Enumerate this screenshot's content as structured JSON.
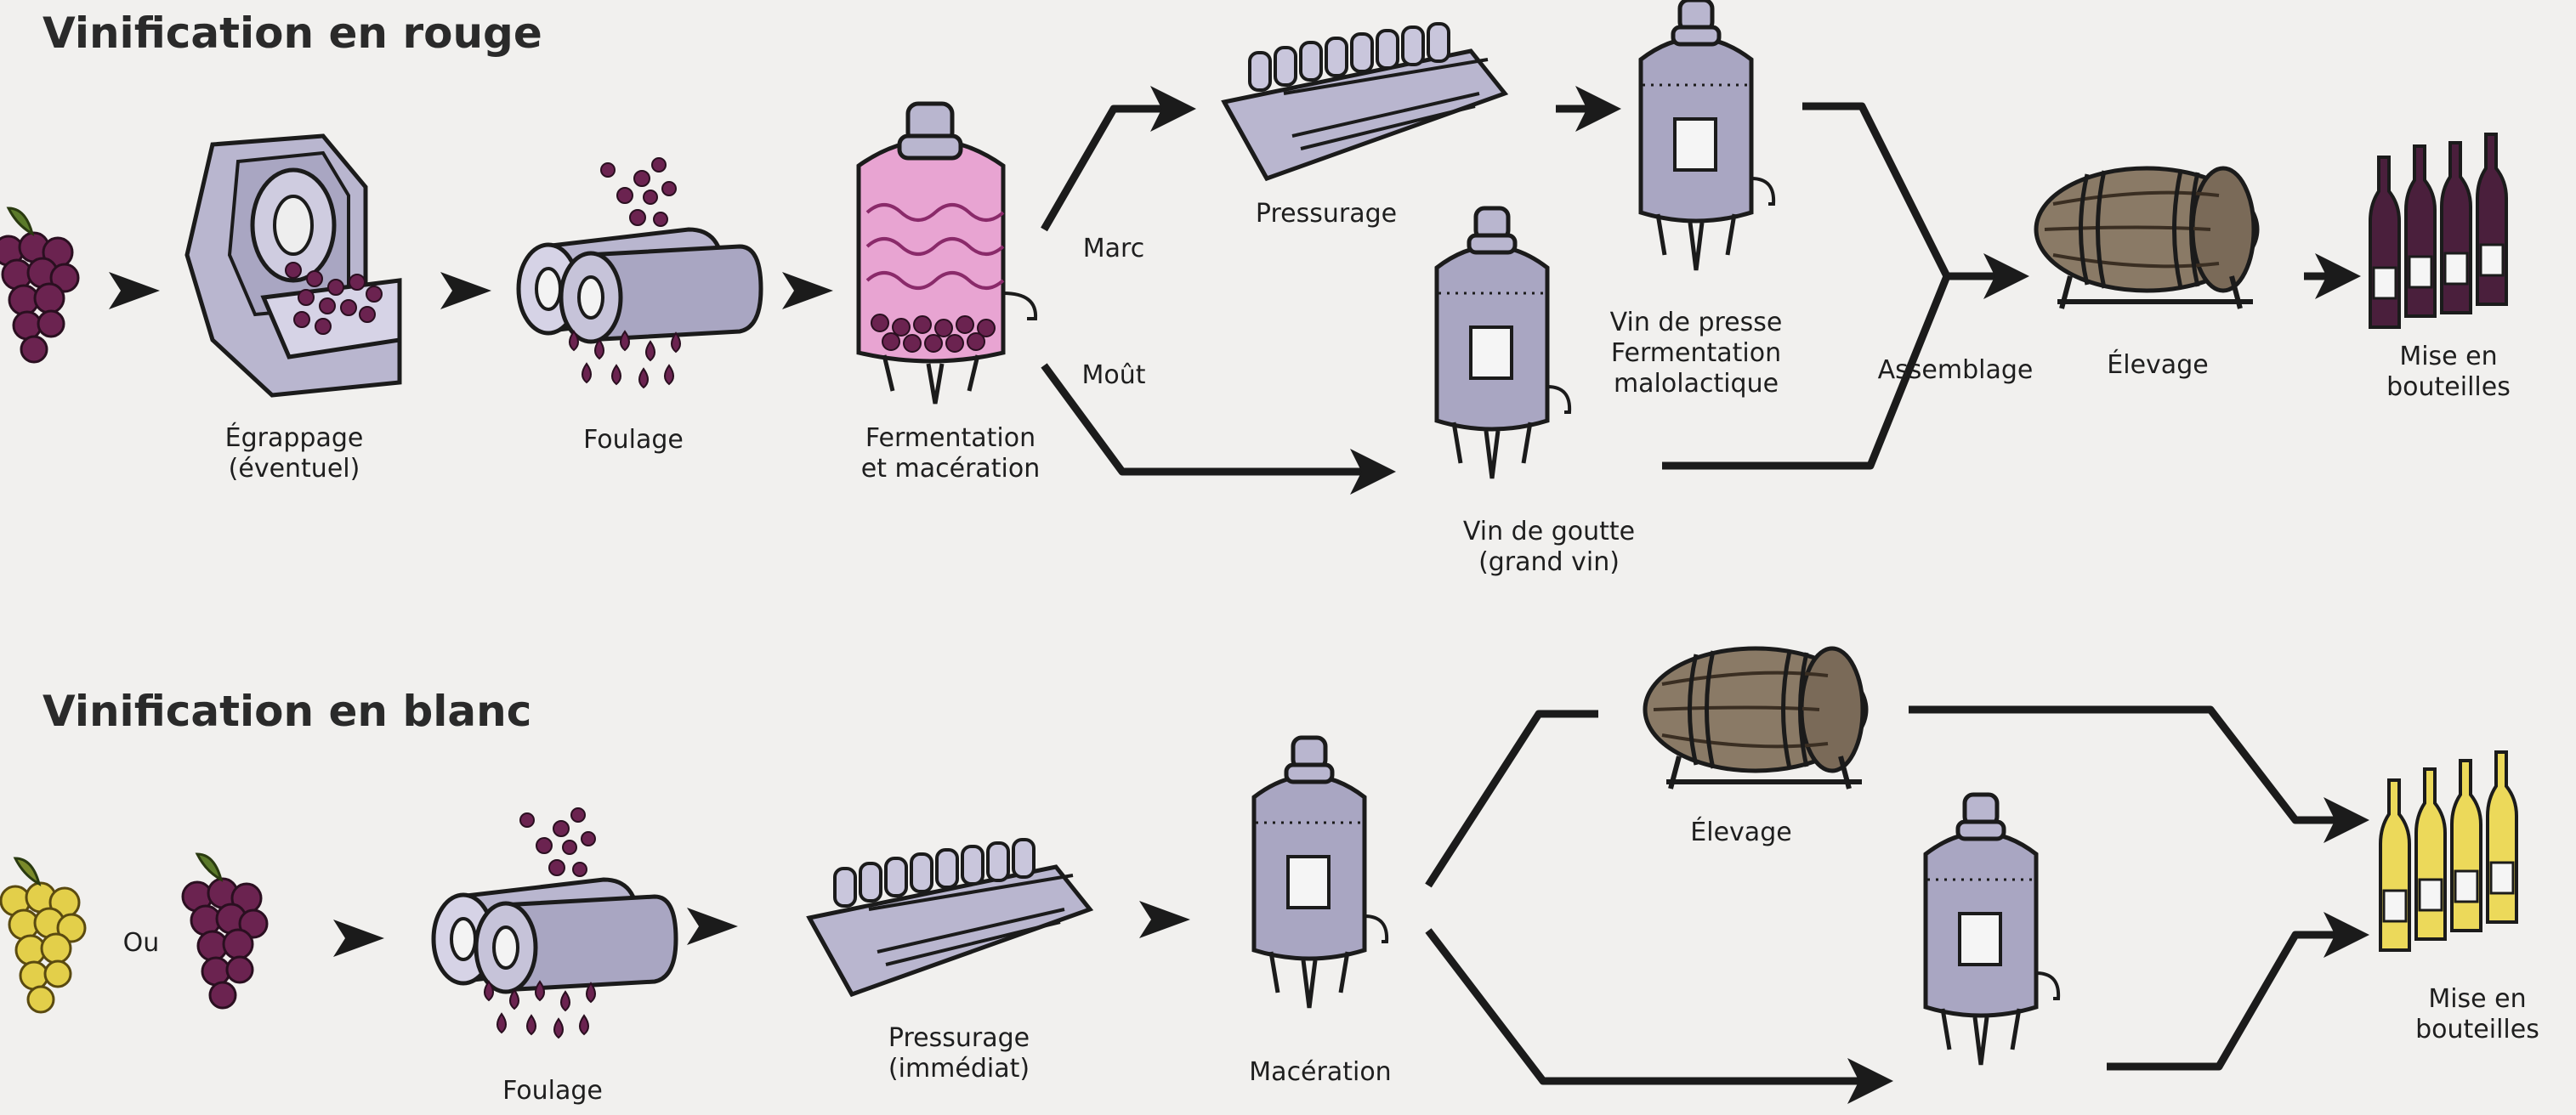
{
  "rouge": {
    "title": "Vinification en rouge",
    "steps": {
      "egrappage": [
        "Égrappage",
        "(éventuel)"
      ],
      "foulage": [
        "Foulage"
      ],
      "fermentation": [
        "Fermentation",
        "et macération"
      ],
      "pressurage": [
        "Pressurage"
      ],
      "marc": [
        "Marc"
      ],
      "mout": [
        "Moût"
      ],
      "vin_presse": [
        "Vin de presse",
        "Fermentation",
        "malolactique"
      ],
      "vin_goutte": [
        "Vin de goutte",
        "(grand vin)"
      ],
      "assemblage": [
        "Assemblage"
      ],
      "elevage": [
        "Élevage"
      ],
      "mise": [
        "Mise en",
        "bouteilles"
      ]
    }
  },
  "blanc": {
    "title": "Vinification en blanc",
    "steps": {
      "ou": [
        "Ou"
      ],
      "foulage": [
        "Foulage"
      ],
      "pressurage": [
        "Pressurage",
        "(immédiat)"
      ],
      "maceration": [
        "Macération"
      ],
      "elevage": [
        "Élevage"
      ],
      "mise": [
        "Mise en",
        "bouteilles"
      ]
    }
  },
  "colors": {
    "red_grape": "#6b2350",
    "white_grape": "#e3cf4a",
    "vat": "#a9a6c2",
    "vat_pink": "#e8a4d2",
    "barrel": "#8a7a66",
    "red_bottle": "#4a1f3c",
    "white_bottle": "#ecd95a",
    "machine": "#b9b6cf",
    "ink": "#1b1b1b"
  }
}
